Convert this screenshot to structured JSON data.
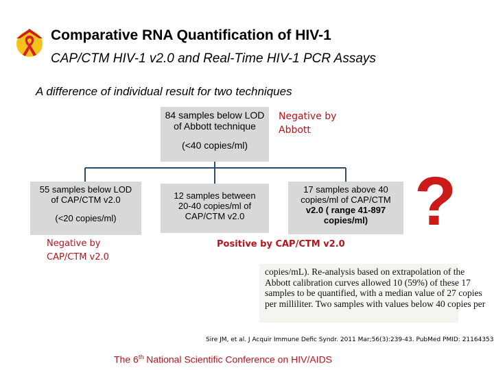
{
  "header": {
    "title": "Comparative RNA Quantification of HIV-1",
    "subtitle": "CAP/CTM HIV-1 v2.0 and Real-Time HIV-1 PCR Assays"
  },
  "caption": "A difference of individual result for two techniques",
  "top_box": {
    "line1": "84 samples below LOD",
    "line2": "of Abbott technique",
    "line3": "(<40 copies/ml)"
  },
  "top_note": {
    "line1": "Negative by",
    "line2": "Abbott"
  },
  "left_box": {
    "line1": "55 samples below LOD",
    "line2": "of CAP/CTM v2.0",
    "line3": "(<20 copies/ml)"
  },
  "left_note": {
    "line1": "Negative by",
    "line2": "CAP/CTM v2.0"
  },
  "middle_box": {
    "line1": "12 samples between",
    "line2": "20-40 copies/ml of",
    "line3": "CAP/CTM v2.0"
  },
  "right_box": {
    "line1": "17 samples above 40",
    "line2": "copies/ml of CAP/CTM",
    "line3": "v2.0  ( range 41-897",
    "line4": "copies/ml)"
  },
  "right_note": "Positive  by CAP/CTM v2.0",
  "question_mark": "?",
  "excerpt": {
    "line1": "copies/mL). Re-analysis based on extrapolation of the",
    "line2": "Abbott calibration curves allowed 10 (59%) of these 17",
    "line3": "samples to be quantified, with a median value of 27 copies",
    "line4": "per milliliter. Two samples with values below 40 copies per"
  },
  "reference": "Sire JM, et al. J Acquir Immune Defic Syndr. 2011 Mar;56(3):239-43. PubMed PMID: 21164353.",
  "footer": {
    "pre": "The 6",
    "sup": "th",
    "post": " National Scientific Conference on HIV/AIDS"
  },
  "colors": {
    "accent_red": "#b8141c",
    "box_fill": "#d8d8d8",
    "connector": "#2e4a6e"
  },
  "icons": {
    "logo": "red-ribbon-logo-icon"
  }
}
